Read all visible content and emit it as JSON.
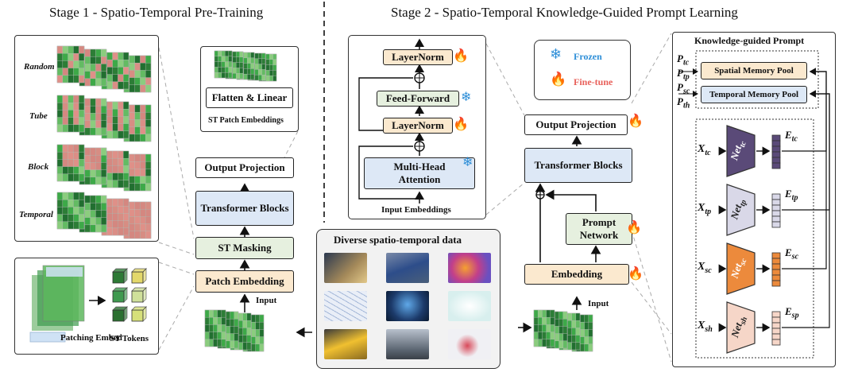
{
  "stage1": {
    "title": "Stage 1 - Spatio-Temporal Pre-Training",
    "masking_labels": [
      "Random",
      "Tube",
      "Block",
      "Temporal"
    ],
    "flatten_linear": "Flatten & Linear",
    "st_patch_embeddings": "ST Patch Embeddings",
    "output_projection": "Output Projection",
    "transformer_blocks": "Transformer Blocks",
    "st_masking": "ST Masking",
    "patch_embedding": "Patch Embedding",
    "input": "Input",
    "patching_embed": "Patching Embed",
    "st_tokens": "ST Tokens"
  },
  "center": {
    "title": "Diverse spatio-temporal data"
  },
  "stage2": {
    "title": "Stage 2 - Spatio-Temporal Knowledge-Guided Prompt Learning",
    "layernorm_top": "LayerNorm",
    "feed_forward": "Feed-Forward",
    "layernorm_mid": "LayerNorm",
    "mha": "Multi-Head Attention",
    "input_embeddings": "Input Embeddings",
    "frozen": "Frozen",
    "fine_tune": "Fine-tune",
    "output_projection": "Output Projection",
    "transformer_blocks": "Transformer Blocks",
    "prompt_network": "Prompt Network",
    "embedding": "Embedding",
    "input": "Input"
  },
  "kgp": {
    "title": "Knowledge-guided Prompt",
    "spatial_pool": "Spatial Memory Pool",
    "temporal_pool": "Temporal Memory Pool",
    "p_labels": [
      {
        "base": "P",
        "sub": "tc"
      },
      {
        "base": "P",
        "sub": "tp"
      },
      {
        "base": "P",
        "sub": "sc"
      },
      {
        "base": "P",
        "sub": "th"
      }
    ],
    "rows": [
      {
        "x_sub": "tc",
        "net_sub": "tc",
        "e_sub": "tc",
        "color": "#5a4a78"
      },
      {
        "x_sub": "tp",
        "net_sub": "tp",
        "e_sub": "tp",
        "color": "#d9d8e8"
      },
      {
        "x_sub": "sc",
        "net_sub": "sc",
        "e_sub": "sc",
        "color": "#ec8a3c"
      },
      {
        "x_sub": "sh",
        "net_sub": "sh",
        "e_sub": "sp",
        "color": "#f6d6c8"
      }
    ]
  },
  "colors": {
    "blue_box": "#dde8f6",
    "green_box": "#e6f0df",
    "orange_box": "#fbe9cf",
    "frozen_text": "#2f8fd8",
    "finetune_text": "#e8605a"
  }
}
